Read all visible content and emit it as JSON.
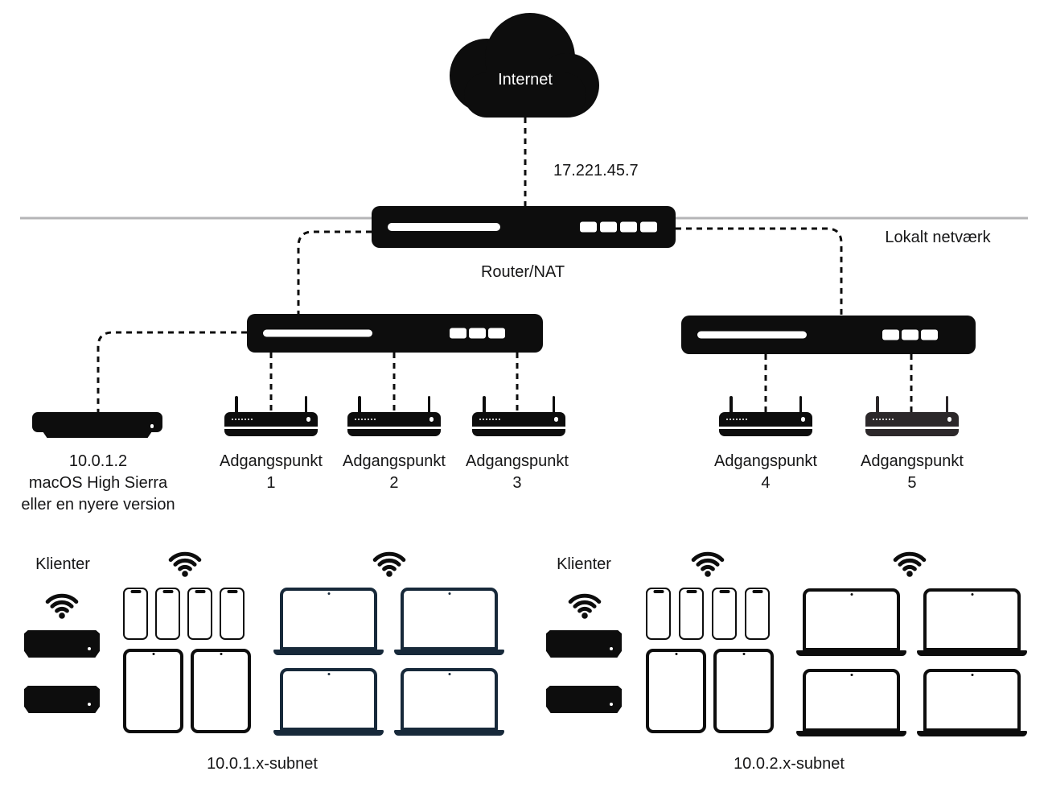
{
  "colors": {
    "ink": "#0d0d0d",
    "laptop-navy": "#17293a",
    "ap5-tint": "#2c282a",
    "gray-line": "#b5b5b7",
    "text": "#161617"
  },
  "cloud": {
    "label": "Internet"
  },
  "wan": {
    "ip": "17.221.45.7"
  },
  "router": {
    "label": "Router/NAT"
  },
  "network": {
    "label": "Lokalt netværk"
  },
  "server": {
    "ip": "10.0.1.2",
    "os": "macOS High Sierra",
    "os_note": "eller en nyere version"
  },
  "access_points": [
    {
      "label": "Adgangspunkt",
      "number": "1"
    },
    {
      "label": "Adgangspunkt",
      "number": "2"
    },
    {
      "label": "Adgangspunkt",
      "number": "3"
    },
    {
      "label": "Adgangspunkt",
      "number": "4"
    },
    {
      "label": "Adgangspunkt",
      "number": "5"
    }
  ],
  "clients": {
    "left_label": "Klienter",
    "right_label": "Klienter"
  },
  "subnets": {
    "left": "10.0.1.x-subnet",
    "right": "10.0.2.x-subnet"
  },
  "icons": {
    "cloud-icon": "filled cloud",
    "wifi-icon": "three arcs with dot",
    "router-icon": "black rack unit, white bar + 4 lights",
    "switch-icon": "black rack unit, white bar + 3 lights",
    "access-point-icon": "router box with two antennas",
    "server-icon": "mac mini with stand",
    "mac-mini-icon": "black mini computer",
    "iphone-icon": "outlined phone with notch",
    "ipad-icon": "outlined tablet with camera dot",
    "macbook-icon": "outlined laptop with base"
  }
}
